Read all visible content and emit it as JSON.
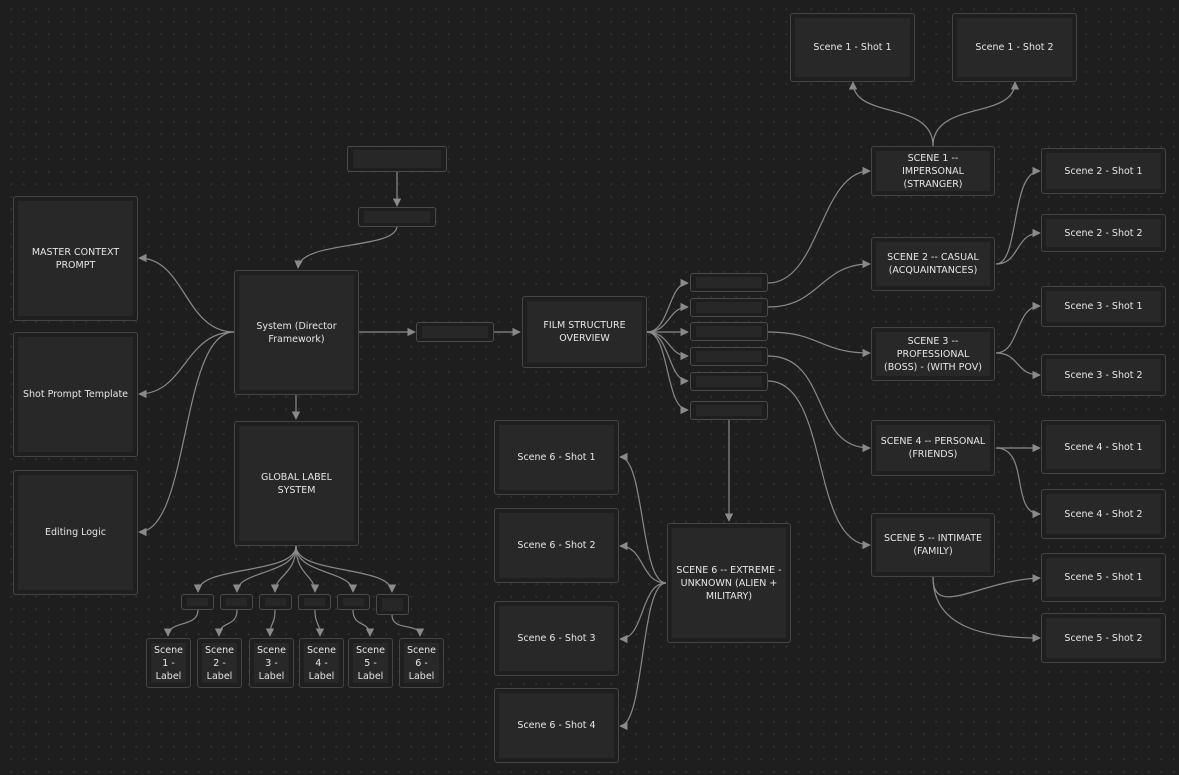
{
  "diagram": {
    "accent_line_color": "#8a8a8a",
    "node_border_color": "#444444",
    "node_fill_color": "#282828",
    "background_color": "#1e1e1e",
    "nodes": {
      "master_context": "MASTER CONTEXT PROMPT",
      "shot_template": "Shot Prompt Template",
      "editing_logic": "Editing Logic",
      "system": "System (Director Framework)",
      "global_label": "GLOBAL LABEL SYSTEM",
      "film_structure": "FILM STRUCTURE OVERVIEW",
      "scene1": "SCENE 1 -- IMPERSONAL (STRANGER)",
      "scene2": "SCENE 2 -- CASUAL (ACQUAINTANCES)",
      "scene3": "SCENE 3 -- PROFESSIONAL (BOSS) - (WITH POV)",
      "scene4": "SCENE 4 -- PERSONAL (FRIENDS)",
      "scene5": "SCENE 5 -- INTIMATE (FAMILY)",
      "scene6": "SCENE 6 -- EXTREME - UNKNOWN (ALIEN + MILITARY)",
      "s1_shot1": "Scene 1 - Shot 1",
      "s1_shot2": "Scene 1 - Shot 2",
      "s2_shot1": "Scene 2 - Shot 1",
      "s2_shot2": "Scene 2 - Shot 2",
      "s3_shot1": "Scene 3 - Shot 1",
      "s3_shot2": "Scene 3 - Shot 2",
      "s4_shot1": "Scene 4 - Shot 1",
      "s4_shot2": "Scene 4 - Shot 2",
      "s5_shot1": "Scene 5 - Shot 1",
      "s5_shot2": "Scene 5 - Shot 2",
      "s6_shot1": "Scene 6 - Shot 1",
      "s6_shot2": "Scene 6 - Shot 2",
      "s6_shot3": "Scene 6 - Shot 3",
      "s6_shot4": "Scene 6 - Shot 4",
      "label1": "Scene 1 - Label",
      "label2": "Scene 2 - Label",
      "label3": "Scene 3 - Label",
      "label4": "Scene 4 - Label",
      "label5": "Scene 5 - Label",
      "label6": "Scene 6 - Label"
    }
  }
}
